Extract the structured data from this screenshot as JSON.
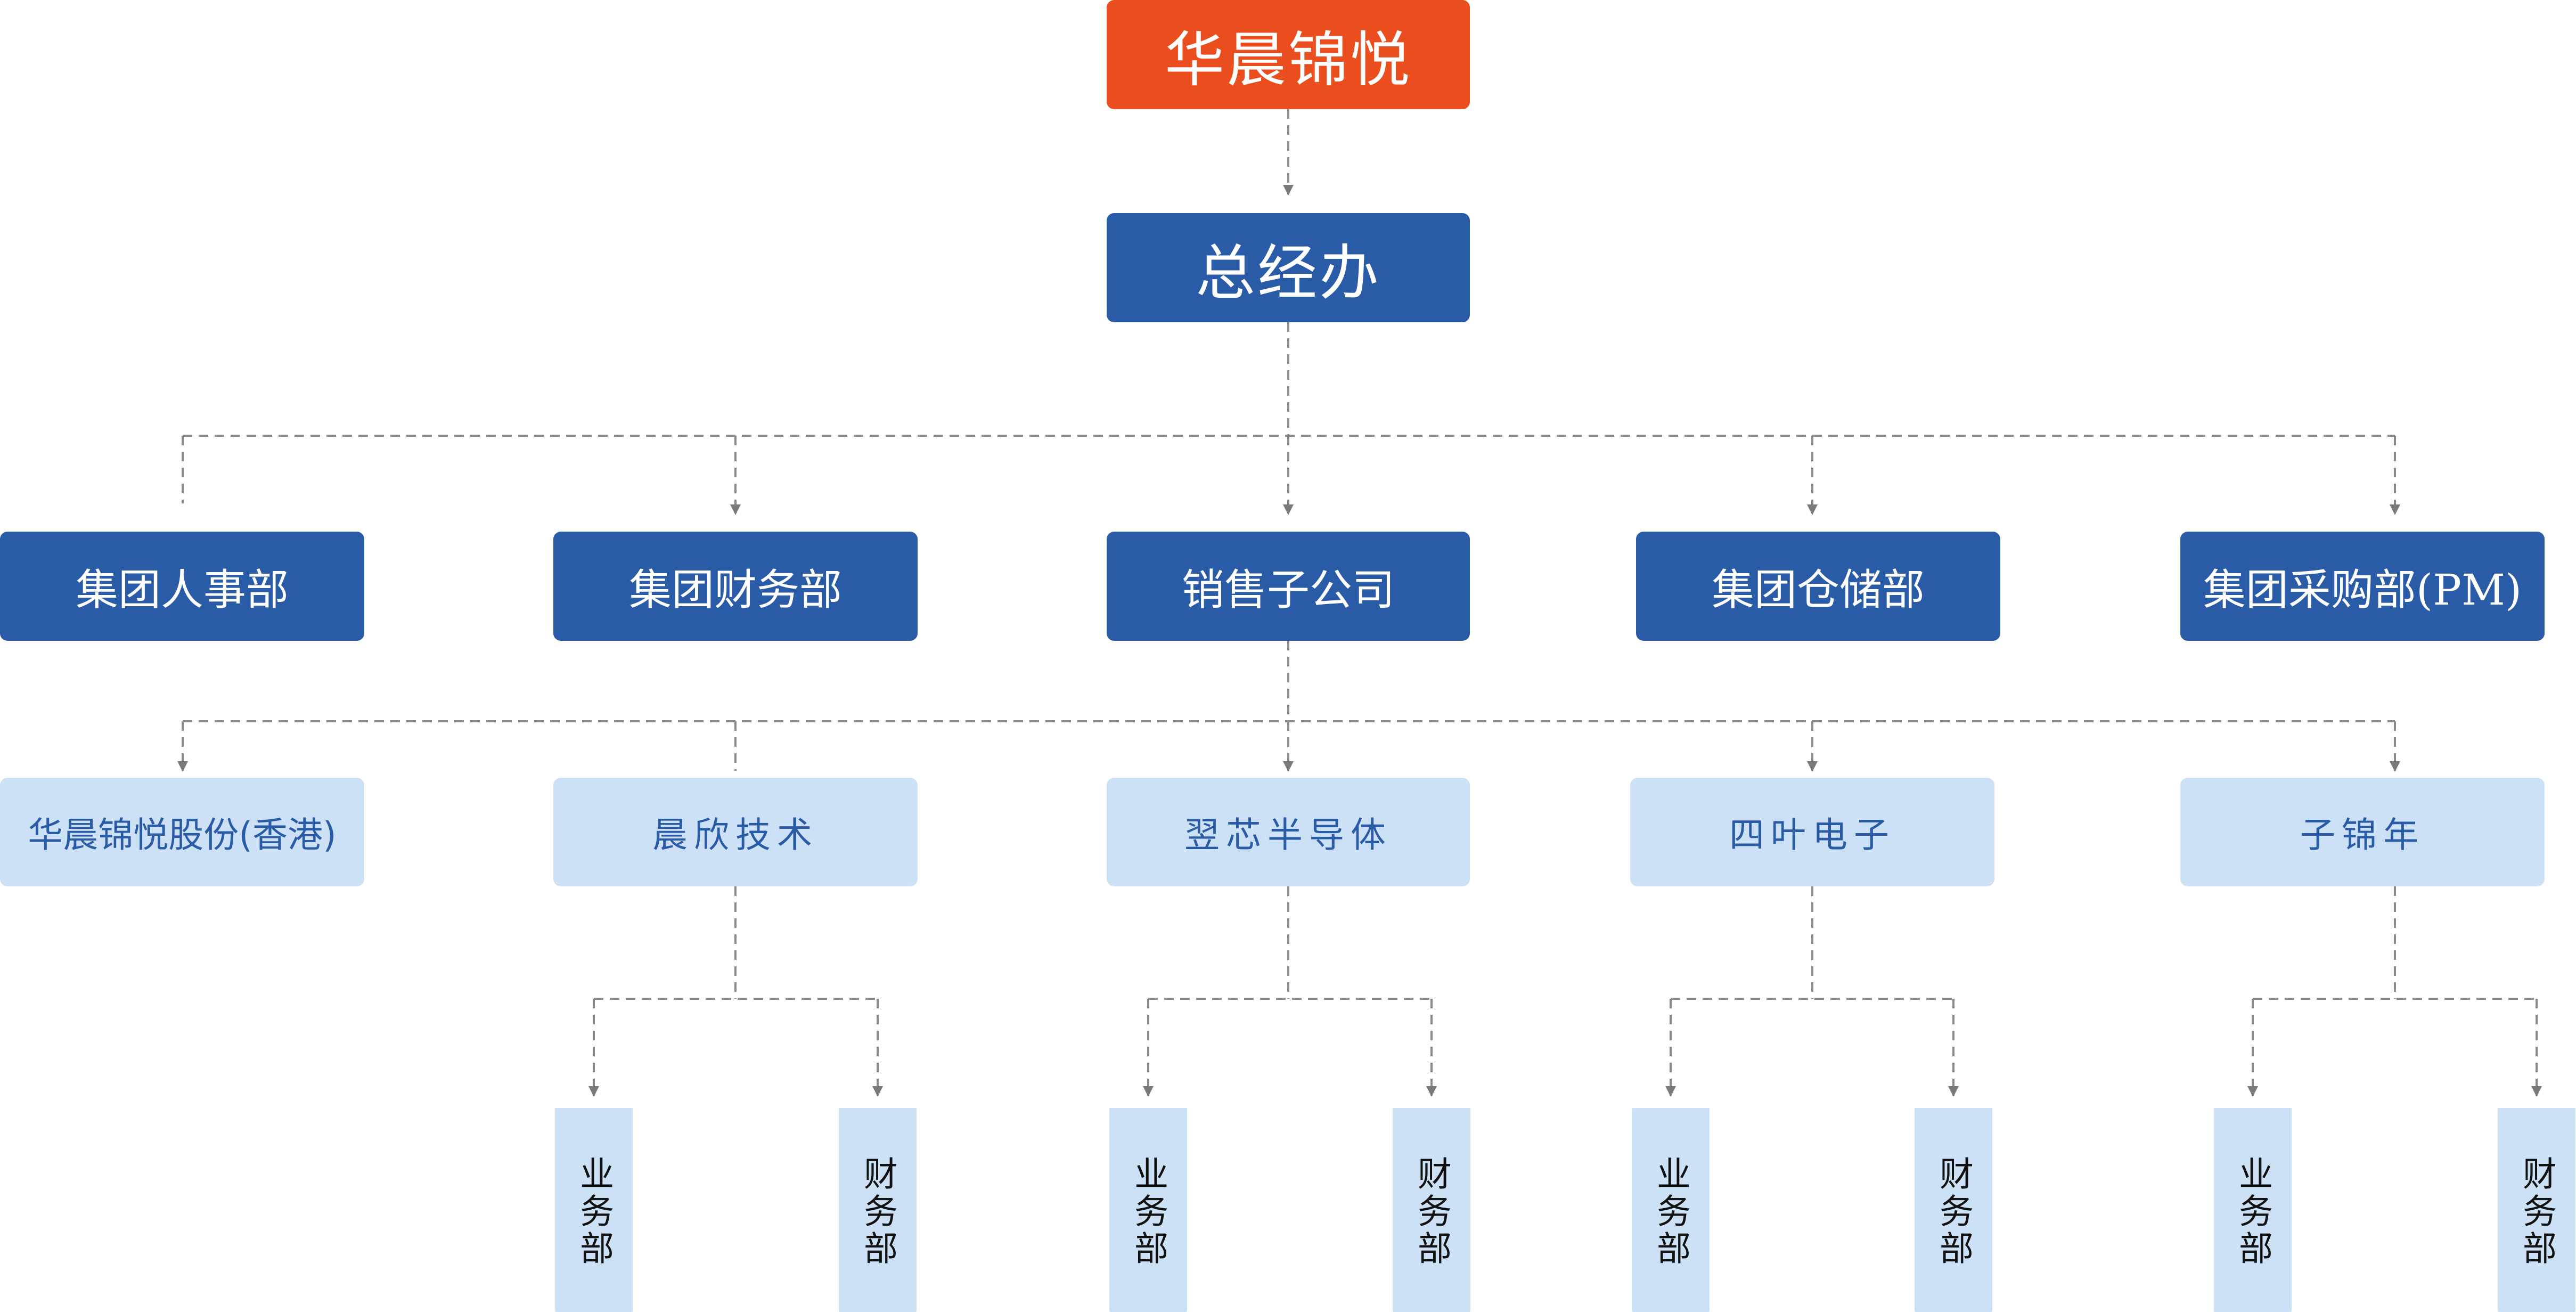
{
  "root": {
    "label": "华晨锦悦"
  },
  "office": {
    "label": "总经办"
  },
  "departments": [
    {
      "label": "集团人事部"
    },
    {
      "label": "集团财务部"
    },
    {
      "label": "销售子公司"
    },
    {
      "label": "集团仓储部"
    },
    {
      "label": "集团采购部(PM)"
    }
  ],
  "subsidiaries": [
    {
      "label": "华晨锦悦股份(香港)"
    },
    {
      "label": "晨欣技术"
    },
    {
      "label": "翌芯半导体"
    },
    {
      "label": "四叶电子"
    },
    {
      "label": "子锦年"
    }
  ],
  "units": [
    {
      "business": "业务部",
      "finance": "财务部"
    },
    {
      "business": "业务部",
      "finance": "财务部"
    },
    {
      "business": "业务部",
      "finance": "财务部"
    },
    {
      "business": "业务部",
      "finance": "财务部"
    }
  ],
  "colors": {
    "root": "#ea4e1e",
    "primary": "#2a5ba6",
    "light": "#cce1f5",
    "connector": "#8a8a8a"
  }
}
